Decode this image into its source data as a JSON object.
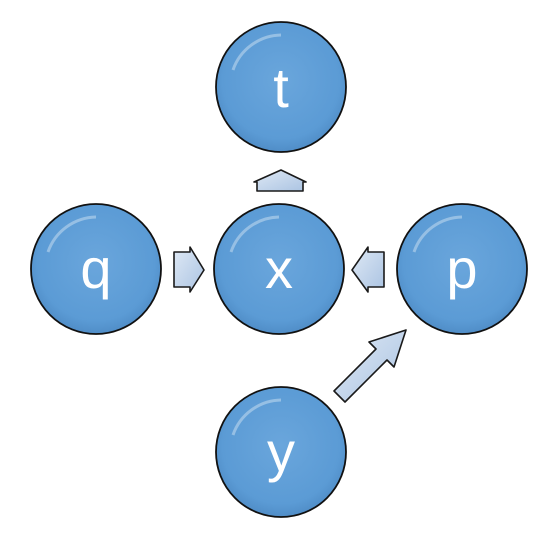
{
  "diagram": {
    "nodes": {
      "t": {
        "label": "t"
      },
      "q": {
        "label": "q"
      },
      "x": {
        "label": "x"
      },
      "p": {
        "label": "p"
      },
      "y": {
        "label": "y"
      }
    },
    "edges": [
      {
        "from": "x",
        "to": "t"
      },
      {
        "from": "q",
        "to": "x"
      },
      {
        "from": "p",
        "to": "x"
      },
      {
        "from": "y",
        "to": "p"
      }
    ],
    "colors": {
      "node_fill": "#5b9bd5",
      "node_stroke": "#111111",
      "arrow_fill": "#c9d9ee",
      "label": "#ffffff"
    }
  }
}
